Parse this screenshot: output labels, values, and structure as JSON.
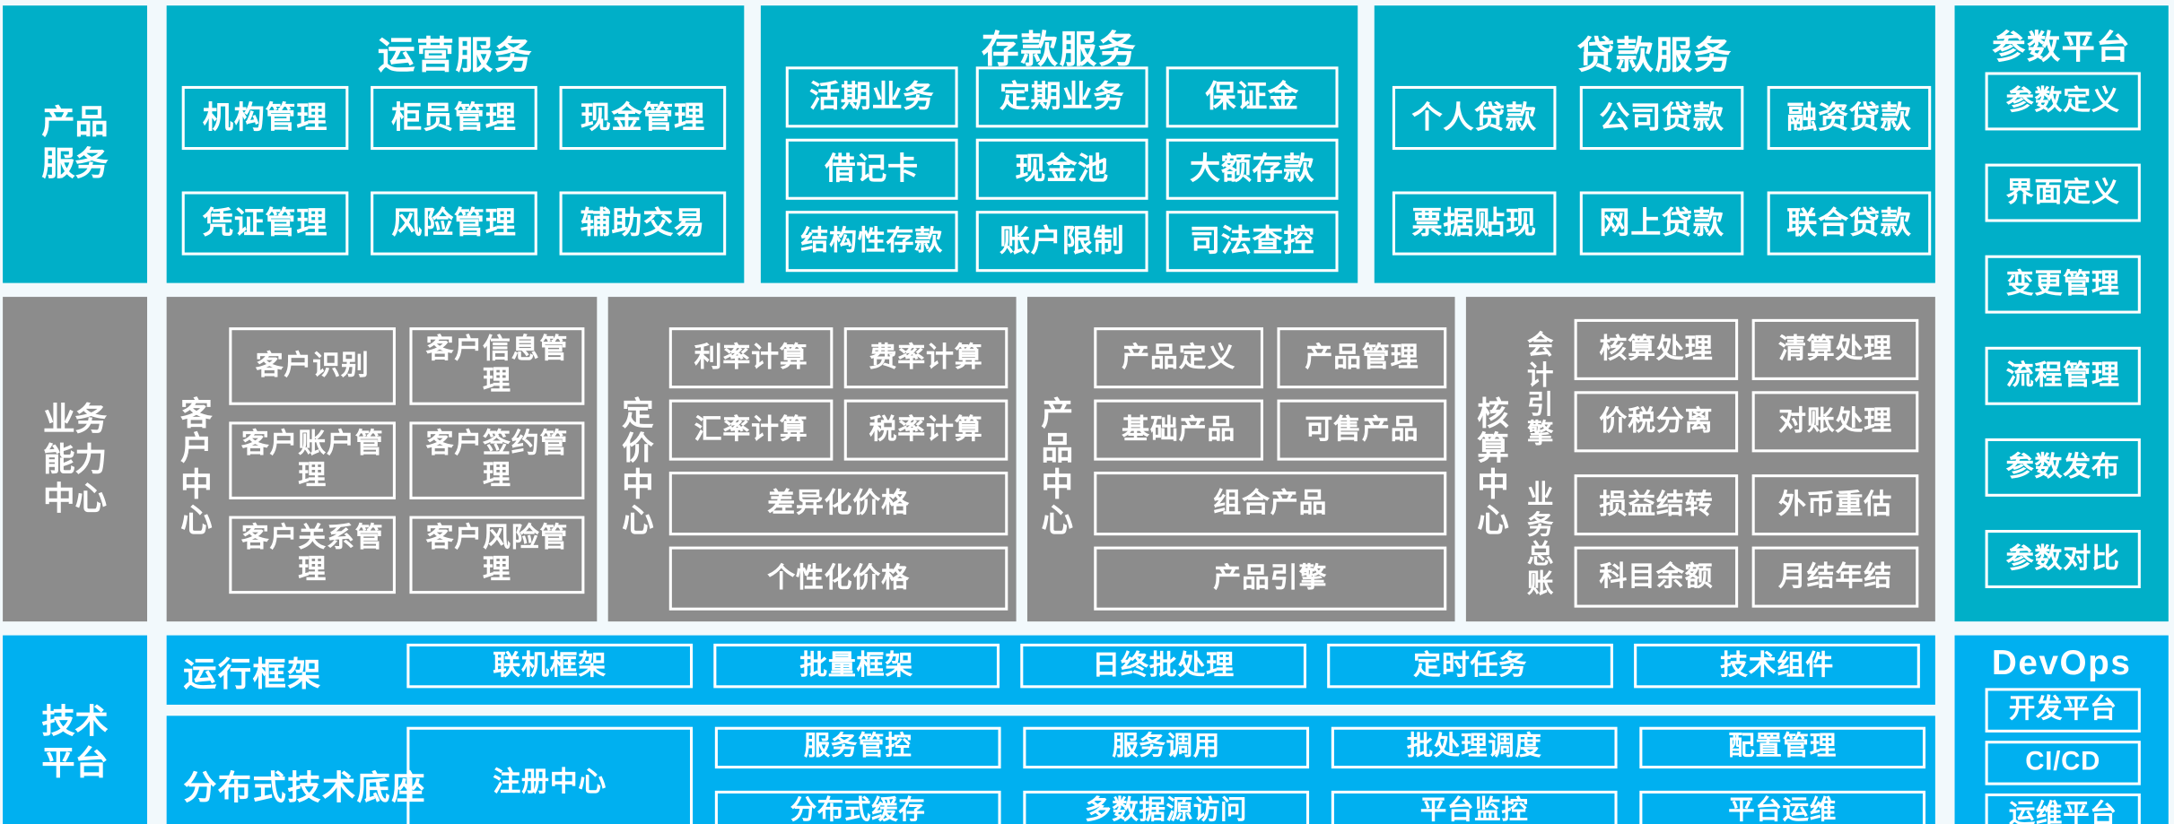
{
  "colors": {
    "product_band": "#00AFC8",
    "capability_band": "#8C8C8C",
    "tech_band": "#00B0F0",
    "param_platform": "#00AFC8",
    "devops": "#00B0F0",
    "background": "#F2F9FC",
    "box_border": "#FFFFFF",
    "text": "#FFFFFF"
  },
  "bands": {
    "product": {
      "label": "产品\n服务",
      "label_line1": "产品",
      "label_line2": "服务"
    },
    "capability": {
      "label_line1": "业务",
      "label_line2": "能力",
      "label_line3": "中心"
    },
    "tech": {
      "label_line1": "技术",
      "label_line2": "平台"
    }
  },
  "product_services": [
    {
      "title": "运营服务",
      "rows": [
        [
          "机构管理",
          "柜员管理",
          "现金管理"
        ],
        [
          "凭证管理",
          "风险管理",
          "辅助交易"
        ]
      ]
    },
    {
      "title": "存款服务",
      "rows": [
        [
          "活期业务",
          "定期业务",
          "保证金"
        ],
        [
          "借记卡",
          "现金池",
          "大额存款"
        ],
        [
          "结构性存款",
          "账户限制",
          "司法查控"
        ]
      ]
    },
    {
      "title": "贷款服务",
      "rows": [
        [
          "个人贷款",
          "公司贷款",
          "融资贷款"
        ],
        [
          "票据贴现",
          "网上贷款",
          "联合贷款"
        ]
      ]
    }
  ],
  "capability_centers": [
    {
      "name": "客户中心",
      "vlabel": [
        "客",
        "户",
        "中",
        "心"
      ],
      "grid": [
        [
          "客户识别",
          "客户信息管理"
        ],
        [
          "客户账户管理",
          "客户签约管理"
        ],
        [
          "客户关系管理",
          "客户风险管理"
        ]
      ]
    },
    {
      "name": "定价中心",
      "vlabel": [
        "定",
        "价",
        "中",
        "心"
      ],
      "grid": [
        [
          "利率计算",
          "费率计算"
        ],
        [
          "汇率计算",
          "税率计算"
        ]
      ],
      "wide": [
        "差异化价格",
        "个性化价格"
      ]
    },
    {
      "name": "产品中心",
      "vlabel": [
        "产",
        "品",
        "中",
        "心"
      ],
      "grid": [
        [
          "产品定义",
          "产品管理"
        ],
        [
          "基础产品",
          "可售产品"
        ]
      ],
      "wide": [
        "组合产品",
        "产品引擎"
      ]
    },
    {
      "name": "核算中心",
      "vlabel": [
        "核",
        "算",
        "中",
        "心"
      ],
      "sub_groups": [
        {
          "vlabel": [
            "会",
            "计",
            "引",
            "擎"
          ],
          "grid": [
            [
              "核算处理",
              "清算处理"
            ],
            [
              "价税分离",
              "对账处理"
            ]
          ]
        },
        {
          "vlabel": [
            "业",
            "务",
            "总",
            "账"
          ],
          "grid": [
            [
              "损益结转",
              "外币重估"
            ],
            [
              "科目余额",
              "月结年结"
            ]
          ]
        }
      ]
    }
  ],
  "tech_platform": {
    "runtime": {
      "label": "运行框架",
      "items": [
        "联机框架",
        "批量框架",
        "日终批处理",
        "定时任务",
        "技术组件"
      ]
    },
    "foundation": {
      "label": "分布式技术底座",
      "primary": "注册中心",
      "grid": [
        [
          "服务管控",
          "服务调用",
          "批处理调度",
          "配置管理"
        ],
        [
          "分布式缓存",
          "多数据源访问",
          "平台监控",
          "平台运维"
        ]
      ]
    }
  },
  "param_platform": {
    "title": "参数平台",
    "items": [
      "参数定义",
      "界面定义",
      "变更管理",
      "流程管理",
      "参数发布",
      "参数对比"
    ]
  },
  "devops": {
    "title": "DevOps",
    "items": [
      "开发平台",
      "CI/CD",
      "运维平台"
    ]
  }
}
